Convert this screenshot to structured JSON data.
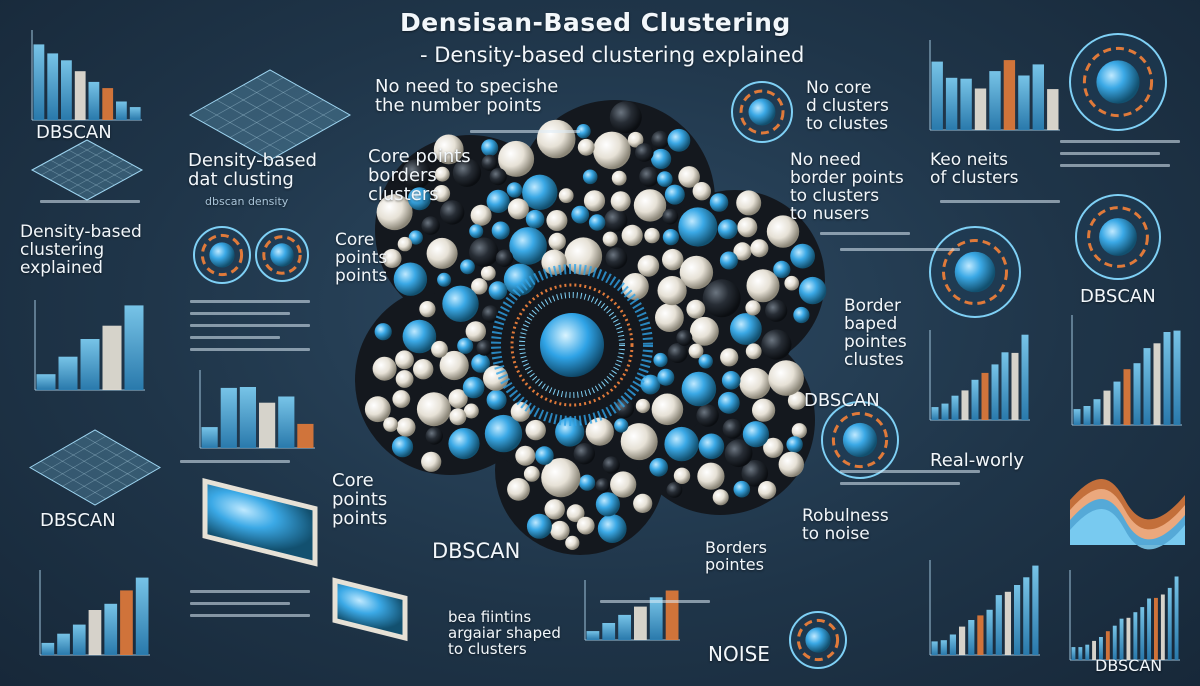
{
  "header": {
    "title": "Densisan-Based Clustering",
    "subtitle": "- Density-based clustering explained"
  },
  "labels": {
    "top_center_left": "No need to specishe\nthe number points",
    "top_center_right": "No core\nd clusters\nto clustes",
    "core_borders": "Core points\nborders\nclusters",
    "no_need_border": "No need\nborder points\nto clusters\nto nusers",
    "left_density": "Density-based\ndat clusting",
    "left_density_sub": "dbscan density",
    "left_explained": "Density-based\nclustering\nexplained",
    "left_core": "Core\npoints\npoints",
    "left_dbscan_top": "DBSCAN",
    "left_dbscan_bottom": "DBSCAN",
    "bottom_core": "Core\npoints\npoints",
    "bottom_dbscan": "DBSCAN",
    "bottom_shaped": "bea fiintins\nargaiar shaped\nto clusters",
    "borders_pointes": "Borders\npointes",
    "noise": "NOISE",
    "robustness": "Robulness\nto noise",
    "right_dbscan_mid": "DBSCAN",
    "border_based": "Border\nbaped\npointes\nclustes",
    "right_kreo": "Keo neits\nof clusters",
    "right_dbscan": "DBSCAN",
    "real_world": "Real-worly",
    "bottom_right_dbscan": "DBSCAN"
  },
  "palette": {
    "accent": "#3ba9e6",
    "accent_light": "#7fd0f5",
    "pearl": "#e6e1d6",
    "dark": "#1a1f26",
    "orange": "#e07a3a"
  }
}
